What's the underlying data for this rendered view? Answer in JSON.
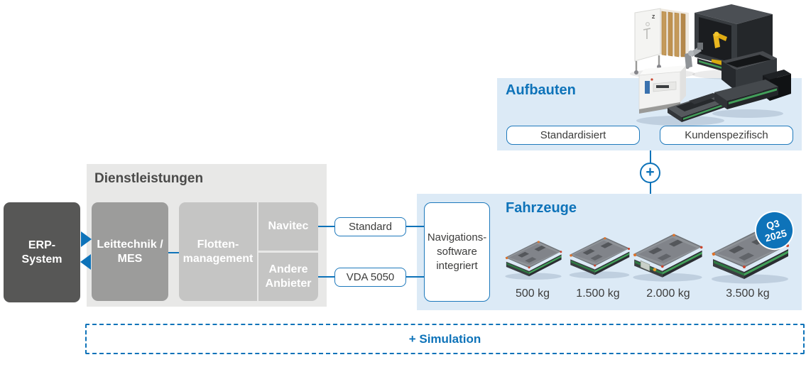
{
  "colors": {
    "accent_blue": "#0e73b9",
    "panel_blue": "#dceaf6",
    "panel_gray": "#e8e8e7",
    "erp_dark_gray": "#575756",
    "leittechnik_gray": "#9c9c9b",
    "light_gray": "#c5c5c4",
    "text_dark": "#3c3c3b",
    "green_stripe": "#43a05a"
  },
  "erp": {
    "line1": "ERP-",
    "line2": "System"
  },
  "dienstleistungen": {
    "title": "Dienstleistungen",
    "leittechnik": {
      "line1": "Leittechnik /",
      "line2": "MES"
    },
    "flottenmanagement": {
      "line1": "Flotten-",
      "line2": "management"
    },
    "navitec": "Navitec",
    "andere_anbieter": {
      "line1": "Andere",
      "line2": "Anbieter"
    }
  },
  "connectors": {
    "standard": "Standard",
    "vda": "VDA 5050",
    "navigationssoftware": {
      "line1": "Navigations-",
      "line2": "software",
      "line3": "integriert"
    },
    "plus": "+"
  },
  "aufbauten": {
    "title": "Aufbauten",
    "standardisiert": "Standardisiert",
    "kundenspezifisch": "Kundenspezifisch"
  },
  "fahrzeuge": {
    "title": "Fahrzeuge",
    "badge": {
      "line1": "Q3",
      "line2": "2025"
    },
    "vehicles": [
      {
        "weight": "500 kg"
      },
      {
        "weight": "1.500 kg"
      },
      {
        "weight": "2.000 kg"
      },
      {
        "weight": "3.500 kg"
      }
    ]
  },
  "simulation": {
    "label": "+ Simulation"
  }
}
